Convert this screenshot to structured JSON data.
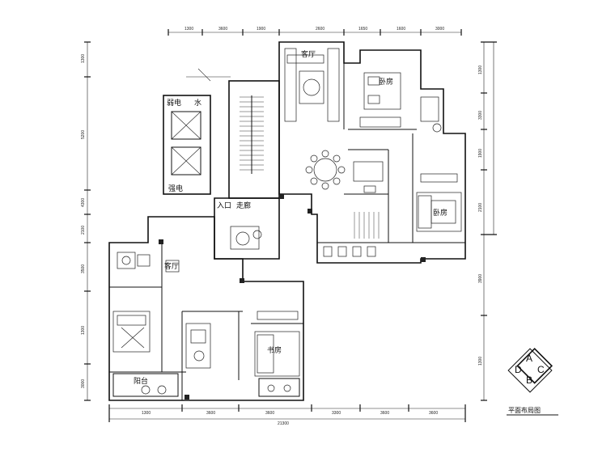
{
  "drawing": {
    "title": "平面布局图",
    "compass": [
      "A",
      "B",
      "C",
      "D"
    ]
  },
  "rooms": {
    "lobby": "入口",
    "corridor": "走廊",
    "electric_room": "强电",
    "water_room": "水",
    "weak_room": "弱电",
    "living_room_b": "客厅",
    "bedroom_b": "卧房",
    "master_a": "卧房",
    "living_a": "客厅",
    "study_c": "书房",
    "balcony": "阳台"
  },
  "dimensions": {
    "top": [
      "1300",
      "3600",
      "1900",
      "2600",
      "1650",
      "1600",
      "3000"
    ],
    "bottom": [
      "1300",
      "3600",
      "3600",
      "3300",
      "3600",
      "3600"
    ],
    "bottom_total": "21300",
    "left": [
      "1300",
      "5200",
      "4300",
      "2100",
      "3500",
      "1300",
      "3000"
    ],
    "right": [
      "1300",
      "3300",
      "1900",
      "2100",
      "3900",
      "1300"
    ]
  },
  "colors": {
    "line": "#111111",
    "background": "#ffffff"
  }
}
